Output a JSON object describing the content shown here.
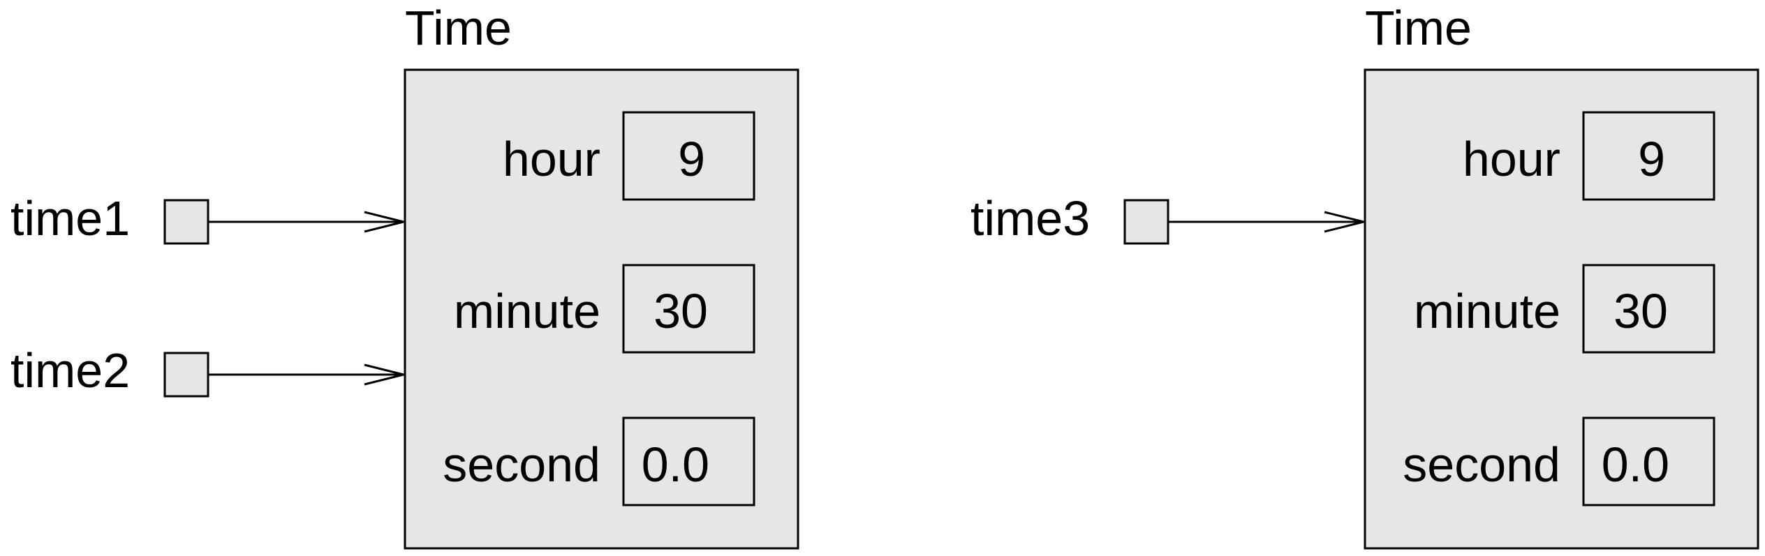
{
  "objects": [
    {
      "type_label": "Time",
      "fields": [
        {
          "name": "hour",
          "value": "9"
        },
        {
          "name": "minute",
          "value": "30"
        },
        {
          "name": "second",
          "value": "0.0"
        }
      ]
    },
    {
      "type_label": "Time",
      "fields": [
        {
          "name": "hour",
          "value": "9"
        },
        {
          "name": "minute",
          "value": "30"
        },
        {
          "name": "second",
          "value": "0.0"
        }
      ]
    }
  ],
  "variables": [
    {
      "name": "time1",
      "points_to": 0
    },
    {
      "name": "time2",
      "points_to": 0
    },
    {
      "name": "time3",
      "points_to": 1
    }
  ],
  "colors": {
    "fill": "#e6e6e6",
    "stroke": "#000000",
    "text": "#000000"
  }
}
